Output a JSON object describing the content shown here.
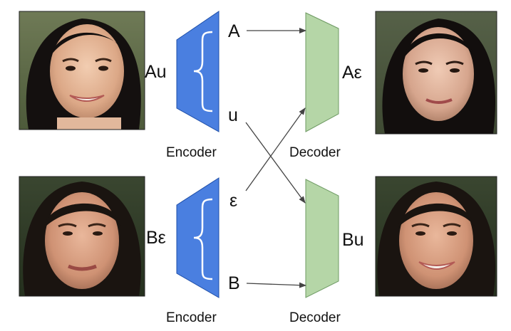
{
  "colors": {
    "encoder_fill": "#4a7fe0",
    "encoder_stroke": "#1f4fa8",
    "decoder_fill": "#b5d6a7",
    "decoder_stroke": "#6e9a63",
    "arrow": "#444444"
  },
  "rows": [
    {
      "input_label": "Au",
      "code_top": "A",
      "code_bottom": "u",
      "output_label": "Aε",
      "encoder_caption": "Encoder",
      "decoder_caption": "Decoder"
    },
    {
      "input_label": "Bε",
      "code_top": "ε",
      "code_bottom": "B",
      "output_label": "Bu",
      "encoder_caption": "Encoder",
      "decoder_caption": "Decoder"
    }
  ]
}
